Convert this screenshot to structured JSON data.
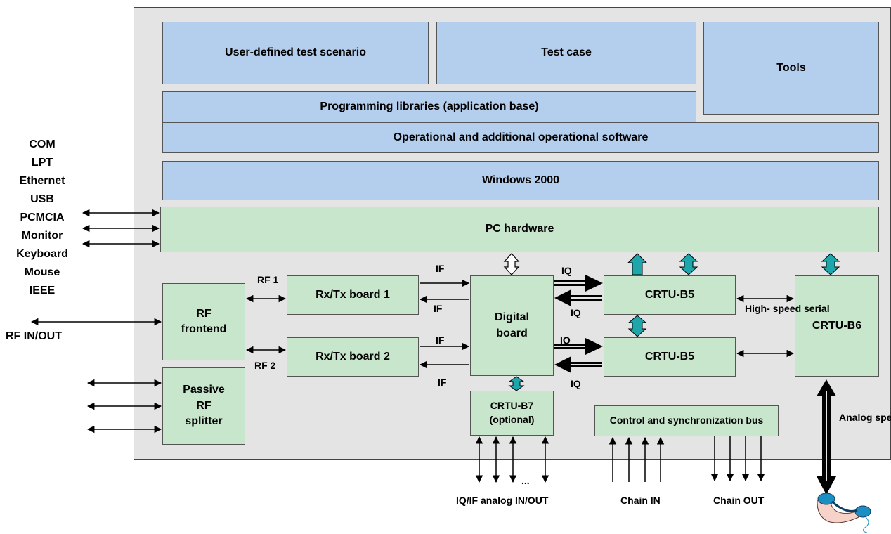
{
  "software": {
    "user_scenario": "User-defined test scenario",
    "test_case": "Test case",
    "tools": "Tools",
    "prog_libs": "Programming libraries (application base)",
    "op_software": "Operational and additional operational software",
    "windows": "Windows 2000"
  },
  "hardware": {
    "pc_hw": "PC hardware",
    "rf_frontend": "RF\nfrontend",
    "passive_splitter": "Passive\nRF\nsplitter",
    "rxtx1": "Rx/Tx board 1",
    "rxtx2": "Rx/Tx board 2",
    "digital_board": "Digital\nboard",
    "crtu_b5_top": "CRTU-B5",
    "crtu_b5_bottom": "CRTU-B5",
    "crtu_b6": "CRTU-B6",
    "crtu_b7": "CRTU-B7\n(optional)",
    "control_bus": "Control and synchronization bus"
  },
  "interfaces": [
    "COM",
    "LPT",
    "Ethernet",
    "USB",
    "PCMCIA",
    "Monitor",
    "Keyboard",
    "Mouse",
    "IEEE"
  ],
  "labels": {
    "rf_in_out": "RF IN/OUT",
    "rf1": "RF 1",
    "rf2": "RF 2",
    "if_1": "IF",
    "if_2": "IF",
    "if_3": "IF",
    "if_4": "IF",
    "iq_1": "IQ",
    "iq_2": "IQ",
    "iq_3": "IQ",
    "iq_4": "IQ",
    "high_speed_serial": "High-\nspeed\nserial",
    "analog_speech": "Analog\nspeech",
    "ellipsis": "...",
    "iq_if_analog": "IQ/IF analog IN/OUT",
    "chain_in": "Chain IN",
    "chain_out": "Chain OUT"
  },
  "colors": {
    "software": "#b4cfed",
    "hardware": "#c8e6cc",
    "background": "#e4e4e4",
    "teal_arrow": "#1fa6ab"
  },
  "icons": [
    "telephone-handset-icon"
  ]
}
